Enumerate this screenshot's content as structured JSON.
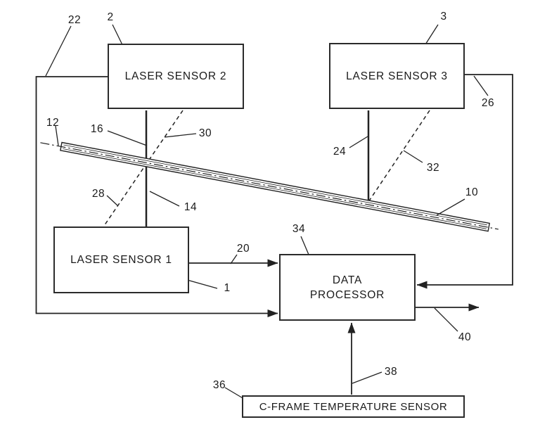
{
  "figure": {
    "colors": {
      "background": "#ffffff",
      "line": "#222222",
      "text": "#1a1a1a"
    },
    "boxes": {
      "laser_sensor_2": "LASER SENSOR 2",
      "laser_sensor_3": "LASER SENSOR 3",
      "laser_sensor_1": "LASER SENSOR 1",
      "data_processor_line1": "DATA",
      "data_processor_line2": "PROCESSOR",
      "c_frame_temperature_sensor": "C-FRAME TEMPERATURE SENSOR"
    },
    "reference_numerals": {
      "r22": "22",
      "r2": "2",
      "r3": "3",
      "r26": "26",
      "r12": "12",
      "r16": "16",
      "r30": "30",
      "r24": "24",
      "r32": "32",
      "r28": "28",
      "r14": "14",
      "r10": "10",
      "r20": "20",
      "r34": "34",
      "r1": "1",
      "r40": "40",
      "r38": "38",
      "r36": "36"
    }
  }
}
